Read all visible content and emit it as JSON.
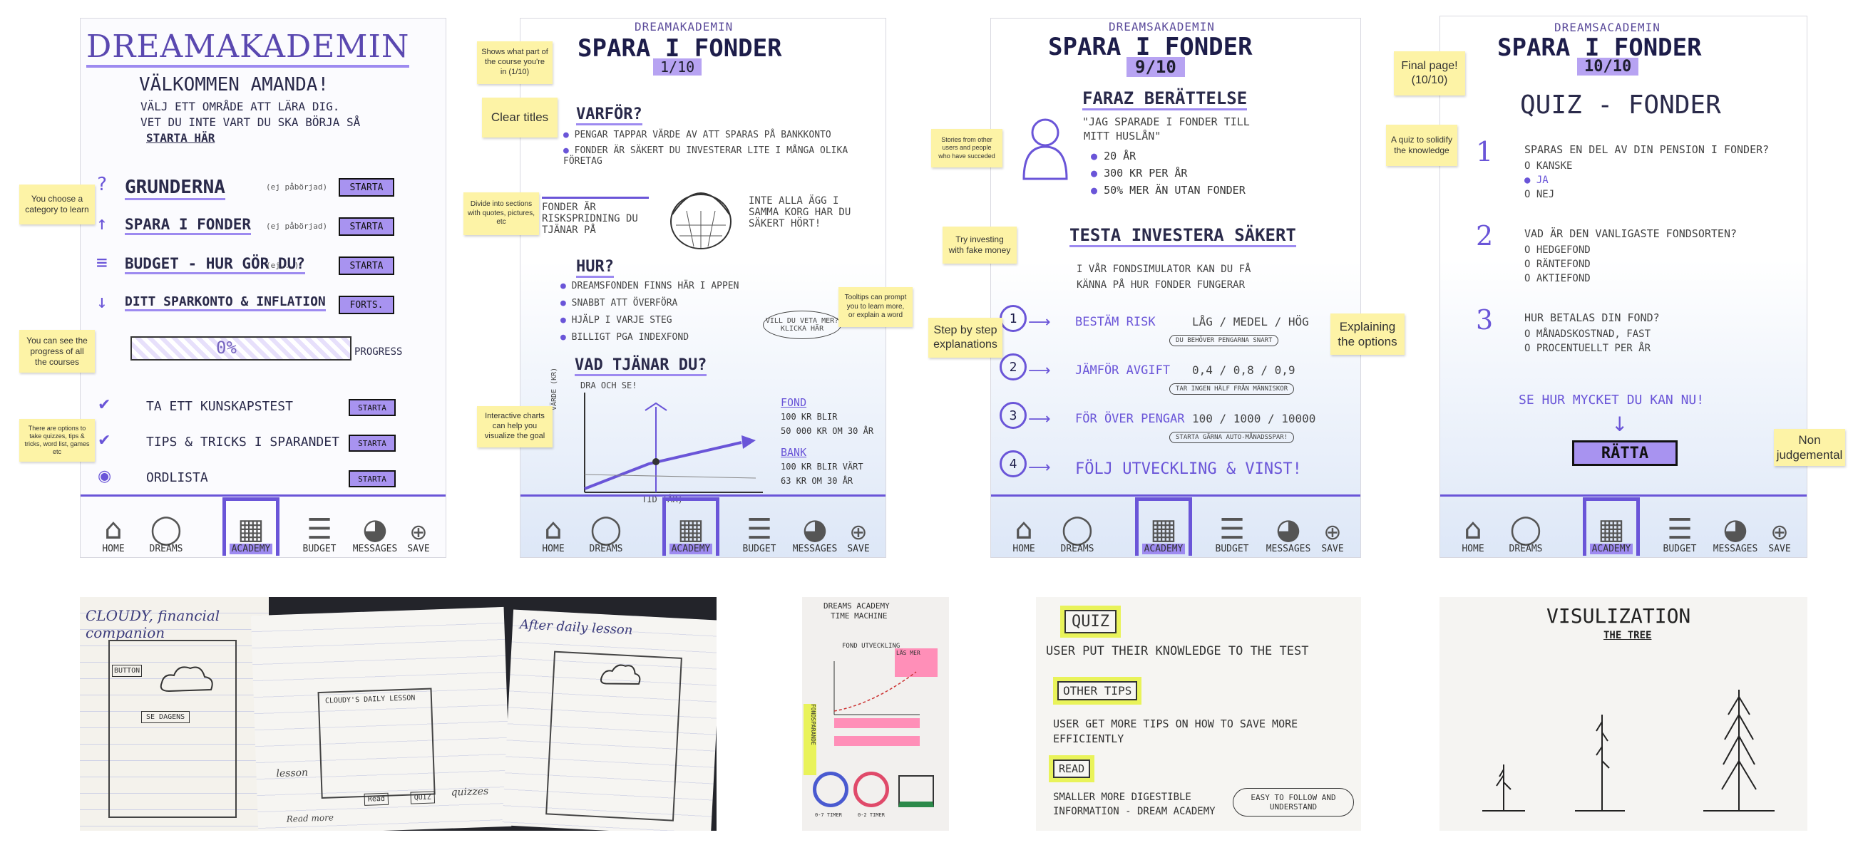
{
  "nav": [
    "HOME",
    "DREAMS",
    "ACADEMY",
    "BUDGET",
    "MESSAGES",
    "SAVE"
  ],
  "p1": {
    "title": "DREAMAKADEMIN",
    "welcome": "VÄLKOMMEN AMANDA!",
    "sub1": "VÄLJ ETT OMRÅDE ATT LÄRA DIG.",
    "sub2": "VET DU INTE VART DU SKA BÖRJA SÅ",
    "sub3": "STARTA HÄR",
    "categories": [
      {
        "icon": "?",
        "name": "GRUNDERNA",
        "note": "(ej påbörjad)",
        "btn": "STARTA"
      },
      {
        "icon": "↑",
        "name": "SPARA I FONDER",
        "note": "(ej påbörjad)",
        "btn": "STARTA"
      },
      {
        "icon": "≡",
        "name": "BUDGET - HUR GÖR DU?",
        "note": "(ej...)",
        "btn": "STARTA"
      },
      {
        "icon": "↓",
        "name": "DITT SPARKONTO & INFLATION",
        "note": "(...)",
        "btn": "FORTS."
      }
    ],
    "progress": "0%",
    "progress_label": "PROGRESS",
    "extras": [
      {
        "name": "TA ETT KUNSKAPSTEST",
        "btn": "STARTA"
      },
      {
        "name": "TIPS & TRICKS I SPARANDET",
        "btn": "STARTA"
      },
      {
        "name": "ORDLISTA",
        "btn": "STARTA"
      }
    ]
  },
  "p2": {
    "brand": "DREAMAKADEMIN",
    "title": "SPARA I FONDER",
    "page": "1/10",
    "h1": "VARFÖR?",
    "b1": "PENGAR TAPPAR VÄRDE AV ATT SPARAS PÅ BANKKONTO",
    "b2": "FONDER ÄR SÄKERT DU INVESTERAR LITE I MÅNGA OLIKA FÖRETAG",
    "q1": "FONDER ÄR RISKSPRIDNING DU TJÄNAR PÅ",
    "q2": "INTE ALLA ÄGG I SAMMA KORG HAR DU SÄKERT HÖRT!",
    "h2": "HUR?",
    "hb": [
      "DREAMSFONDEN FINNS HÄR I APPEN",
      "SNABBT ATT ÖVERFÖRA",
      "HJÄLP I VARJE STEG",
      "BILLIGT PGA INDEXFOND"
    ],
    "tip": "VILL DU VETA MER? KLICKA HÄR",
    "h3": "VAD TJÄNAR DU?",
    "drag": "DRA OCH SE!",
    "yax": "VÄRDE (KR)",
    "xax": "TID (ÅR)",
    "fond": "FOND",
    "fond_l": [
      "100 KR BLIR",
      "50 000 KR OM 30 ÅR"
    ],
    "bank": "BANK",
    "bank_l": [
      "100 KR BLIR VÄRT",
      "63 KR OM 30 ÅR"
    ]
  },
  "p3": {
    "brand": "DREAMSAKADEMIN",
    "title": "SPARA I FONDER",
    "page": "9/10",
    "h1": "FARAZ BERÄTTELSE",
    "quote1": "\"JAG SPARADE I FONDER TILL",
    "quote2": "MITT HUSLÅN\"",
    "facts": [
      "20 ÅR",
      "300 KR PER ÅR",
      "50% MER ÄN UTAN FONDER"
    ],
    "h2": "TESTA INVESTERA SÄKERT",
    "intro1": "I VÅR FONDSIMULATOR KAN DU FÅ",
    "intro2": "KÄNNA PÅ HUR FONDER FUNGERAR",
    "steps": [
      {
        "n": "1",
        "text": "BESTÄM RISK",
        "opts": "LÅG / MEDEL / HÖG",
        "hint": "DU BEHÖVER PENGARNA SNART"
      },
      {
        "n": "2",
        "text": "JÄMFÖR AVGIFT",
        "opts": "0,4 / 0,8 / 0,9",
        "hint": "TAR INGEN HÄLF FRÅN MÄNNISKOR"
      },
      {
        "n": "3",
        "text": "FÖR ÖVER PENGAR",
        "opts": "100 / 1000 / 10000",
        "hint": "STARTA GÄRNA AUTO-MÅNADSSPAR!"
      },
      {
        "n": "4",
        "text": "FÖLJ UTVECKLING & VINST!",
        "opts": "",
        "hint": ""
      }
    ]
  },
  "p4": {
    "brand": "DREAMSACADEMIN",
    "title": "SPARA I FONDER",
    "page": "10/10",
    "quiz": "QUIZ - FONDER",
    "questions": [
      {
        "n": "1",
        "q": "SPARAS EN DEL AV DIN PENSION I FONDER?",
        "opts": [
          "O KANSKE",
          "JA",
          "O NEJ"
        ]
      },
      {
        "n": "2",
        "q": "VAD ÄR DEN VANLIGASTE FONDSORTEN?",
        "opts": [
          "O HEDGEFOND",
          "O RÄNTEFOND",
          "O AKTIEFOND"
        ]
      },
      {
        "n": "3",
        "q": "HUR BETALAS DIN FOND?",
        "opts": [
          "O MÅNADSKOSTNAD, FAST",
          "O PROCENTUELLT PER ÅR"
        ]
      }
    ],
    "seehow": "SE HUR MYCKET DU KAN NU!",
    "cta": "RÄTTA"
  },
  "notes": {
    "choose": "You choose a category to learn",
    "progress": "You can see the progress of all the courses",
    "options": "There are options to take quizzes, tips & tricks, word list, games etc",
    "part": "Shows what part of the course you're in (1/10)",
    "titles": "Clear titles",
    "divide": "Divide into sections with quotes, pictures, etc",
    "tooltips": "Tooltips can prompt you to learn more, or explain a word",
    "charts": "Interactive charts can help you visualize the goal",
    "stories": "Stories from other users and people who have succeded",
    "fake": "Try investing with fake money",
    "step": "Step by step explanations",
    "explain": "Explaining the options",
    "final": "Final page! (10/10)",
    "quiz": "A quiz to solidify the knowledge",
    "nonjudge": "Non judgemental"
  },
  "sketch1": {
    "title": "CLOUDY, financial companion",
    "b1": "BUTTON",
    "b2": "SE DAGENS",
    "lesson": "CLOUDY'S DAILY LESSON",
    "after": "After daily lesson",
    "lesson_l": "lesson",
    "read": "Read",
    "more": "Read more",
    "quiz": "QUIZ",
    "quizzes": "quizzes"
  },
  "sketch2": {
    "title1": "DREAMS ACADEMY",
    "title2": "TIME MACHINE",
    "chart": "FOND UTVECKLING",
    "sticky": "LÄS MER",
    "side": "FONDSPARANDE",
    "labels": [
      "0-7 TIMER",
      "0-2 TIMER"
    ]
  },
  "sketch3": {
    "quiz": "QUIZ",
    "l1": "USER PUT THEIR KNOWLEDGE TO THE TEST",
    "tips": "OTHER TIPS",
    "l2": "USER GET MORE TIPS ON HOW TO SAVE MORE EFFICIENTLY",
    "read": "READ",
    "l3": "SMALLER MORE DIGESTIBLE INFORMATION - DREAM ACADEMY",
    "bubble": "EASY TO FOLLOW AND UNDERSTAND"
  },
  "sketch4": {
    "title": "VISULIZATION",
    "sub": "THE TREE"
  }
}
